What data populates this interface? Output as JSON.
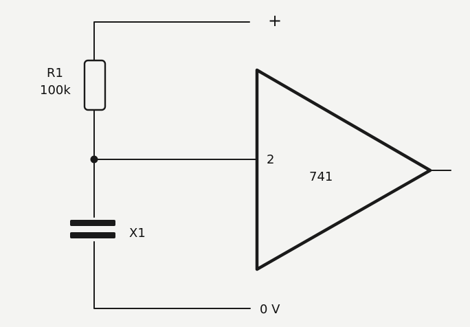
{
  "supply": {
    "positive_label": "+",
    "ground_label": "0 V"
  },
  "resistor": {
    "designator": "R1",
    "value": "100k"
  },
  "crystal": {
    "designator": "X1"
  },
  "opamp": {
    "part_number": "741",
    "input_pin": "2"
  },
  "colors": {
    "paper": "#f4f4f2",
    "ink": "#1a1a1a"
  }
}
